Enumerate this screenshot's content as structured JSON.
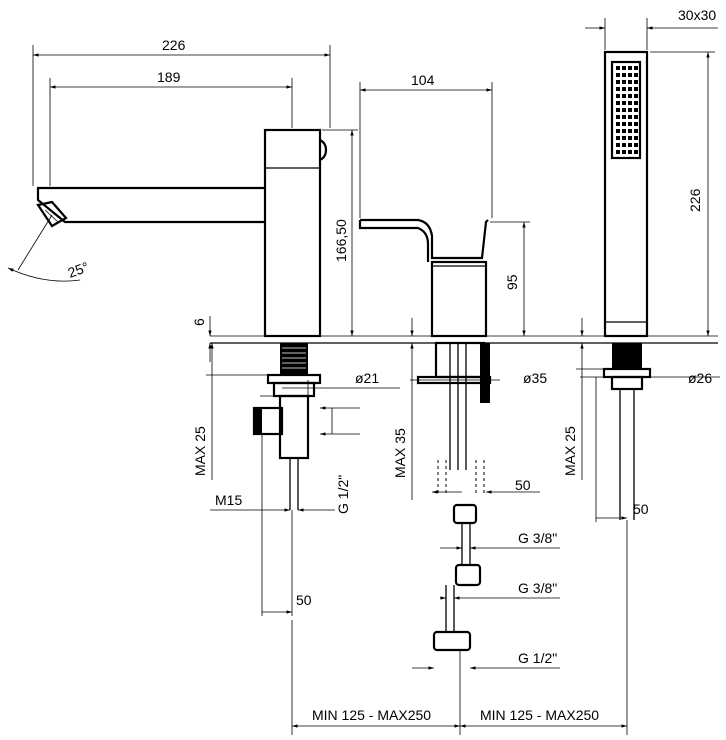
{
  "diagram": {
    "labels": {
      "width_226": "226",
      "width_189": "189",
      "width_104": "104",
      "size_30x30": "30x30",
      "height_226": "226",
      "height_166_50": "166,50",
      "height_95": "95",
      "angle_25": "25°",
      "deck_6": "6",
      "dia_21": "ø21",
      "dia_35": "ø35",
      "dia_26": "ø26",
      "max25_left": "MAX 25",
      "max35_mid": "MAX 35",
      "max25_right": "MAX 25",
      "thread_m15": "M15",
      "thread_g12_left": "G 1/2\"",
      "dist_50_mid": "50",
      "dist_50_right": "50",
      "dist_50_left": "50",
      "thread_g38_a": "G 3/8\"",
      "thread_g38_b": "G 3/8\"",
      "thread_g12_bottom": "G 1/2\"",
      "spacing_left": "MIN 125 - MAX250",
      "spacing_right": "MIN 125 - MAX250"
    }
  }
}
